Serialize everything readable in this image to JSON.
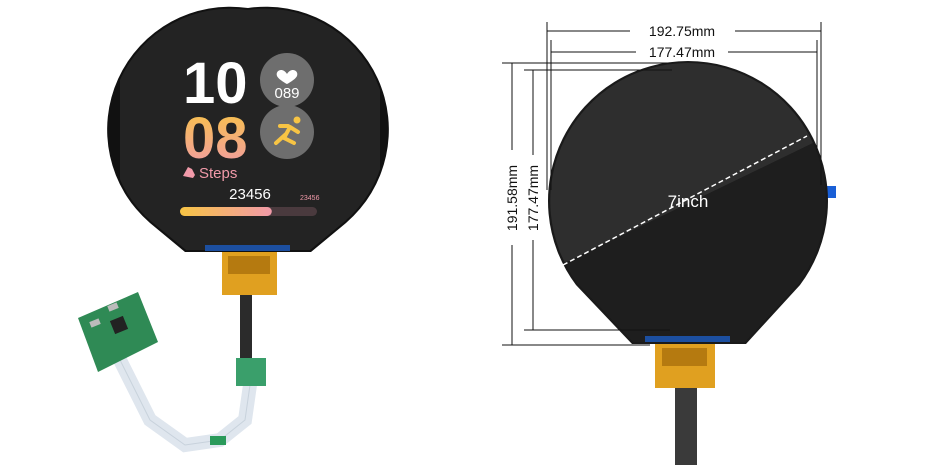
{
  "left_display": {
    "hour": "10",
    "minute": "08",
    "heart_rate": "089",
    "steps_label": "Steps",
    "steps_value": "23456",
    "steps_goal": "23456",
    "progress_percent": 67,
    "icons": [
      "heart-icon",
      "running-icon",
      "shoe-icon"
    ]
  },
  "right_display": {
    "diagonal_label": "7inch",
    "dim_outer_width": "192.75mm",
    "dim_inner_width": "177.47mm",
    "dim_outer_height": "191.58mm",
    "dim_inner_height": "177.47mm"
  },
  "colors": {
    "bezel": "#1c1c1c",
    "screen": "#222222",
    "accent_orange": "#f7c444",
    "accent_pink": "#f19aa9",
    "fpc": "#e0a020",
    "connector": "#1a5fd6"
  }
}
